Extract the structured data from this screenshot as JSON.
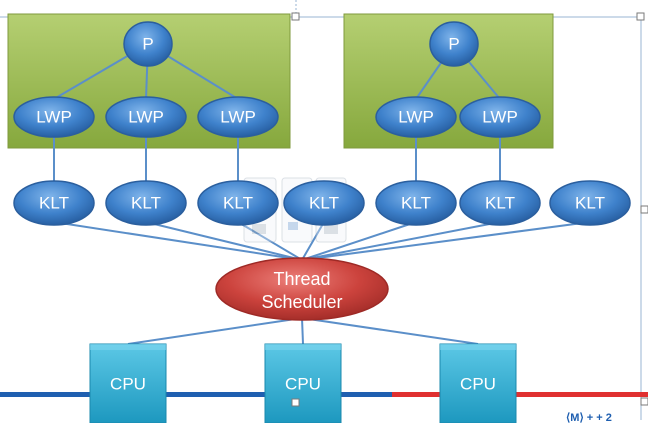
{
  "diagram": {
    "processes": [
      {
        "label": "P",
        "lwps": [
          {
            "label": "LWP"
          },
          {
            "label": "LWP"
          },
          {
            "label": "LWP"
          }
        ]
      },
      {
        "label": "P",
        "lwps": [
          {
            "label": "LWP"
          },
          {
            "label": "LWP"
          }
        ]
      }
    ],
    "klts": [
      {
        "label": "KLT"
      },
      {
        "label": "KLT"
      },
      {
        "label": "KLT"
      },
      {
        "label": "KLT"
      },
      {
        "label": "KLT"
      },
      {
        "label": "KLT"
      },
      {
        "label": "KLT"
      }
    ],
    "scheduler": {
      "line1": "Thread",
      "line2": "Scheduler"
    },
    "cpus": [
      {
        "label": "CPU"
      },
      {
        "label": "CPU"
      },
      {
        "label": "CPU"
      }
    ],
    "corner_text": "⟨M⟩ + + 2"
  },
  "colors": {
    "process_box": "#9dbb52",
    "node_blue": "#3d7fc6",
    "node_blue_dark": "#2b5f9e",
    "scheduler_red": "#c9403b",
    "cpu_cyan": "#2fb0d4",
    "connector": "#5b8fc9",
    "bus_blue": "#1f5fb0",
    "bus_red": "#e03030"
  }
}
